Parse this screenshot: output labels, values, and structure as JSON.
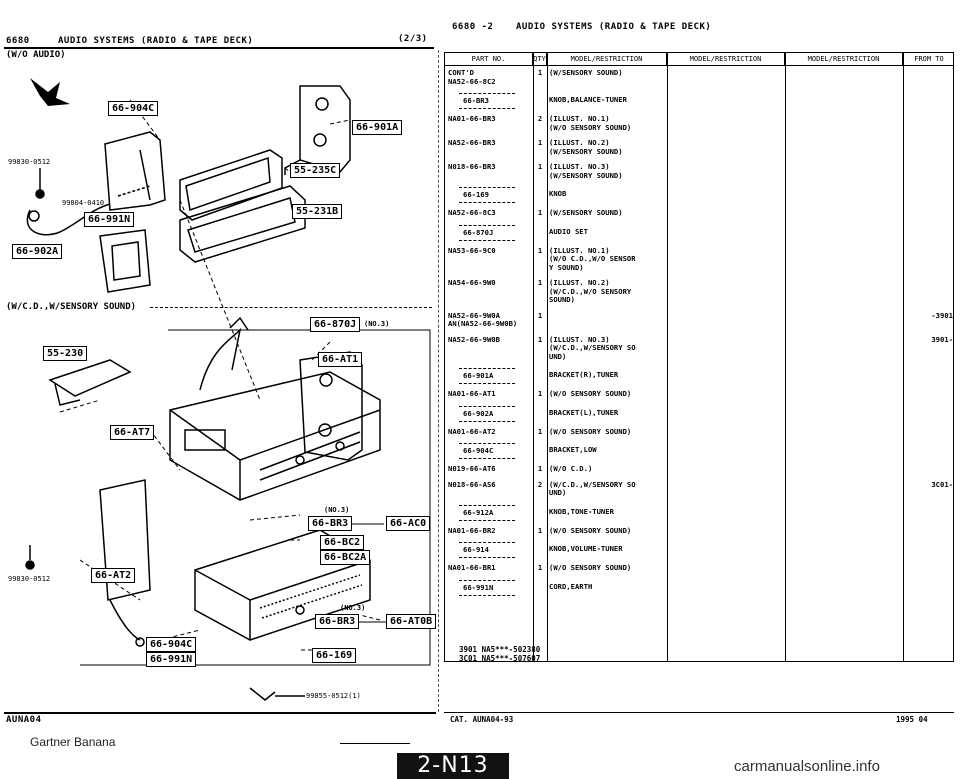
{
  "left_header": {
    "model": "6680",
    "title": "AUDIO SYSTEMS (RADIO & TAPE DECK)",
    "page": "(2/3)"
  },
  "right_header": {
    "model": "6680 -2",
    "title": "AUDIO SYSTEMS (RADIO & TAPE DECK)"
  },
  "section_top": "(W/O AUDIO)",
  "section_mid": "(W/C.D.,W/SENSORY SOUND)",
  "callouts": {
    "c1": "66-904C",
    "c2": "66-901A",
    "c3": "55-235C",
    "c4": "55-231B",
    "c5": "66-991N",
    "c6": "66-902A",
    "c7": "66-870J",
    "c8": "55-230",
    "c9": "66-AT1",
    "c10": "66-AT7",
    "c11": "66-BR3",
    "c12": "66-AC0",
    "c13": "66-BC2",
    "c14": "66-BC2A",
    "c15": "66-AT2",
    "c16": "66-904C",
    "c17": "66-991N",
    "c18": "66-BR3",
    "c19": "66-AT0B",
    "c20": "66-169"
  },
  "labels": {
    "l1": "99830-0512",
    "l2": "99804-0410",
    "l3": "(NO.3)",
    "l4": "(NO.3)",
    "l5": "(NO.3)",
    "l6": "99830-0512",
    "l7": "99855-0512(1)"
  },
  "table": {
    "headers": [
      "PART NO.",
      "QTY",
      "MODEL/RESTRICTION",
      "MODEL/RESTRICTION",
      "MODEL/RESTRICTION",
      "FROM TO"
    ],
    "rows": [
      {
        "pn": "CONT'D\nNA52-66-8C2",
        "qty": "1",
        "desc": "(W/SENSORY SOUND)",
        "from": ""
      },
      {
        "group": "66-BR3",
        "desc": "KNOB,BALANCE-TUNER"
      },
      {
        "pn": "NA01-66-BR3",
        "qty": "2",
        "desc": "(ILLUST. NO.1)\n(W/O SENSORY SOUND)",
        "from": ""
      },
      {
        "pn": "NA52-66-BR3",
        "qty": "1",
        "desc": "(ILLUST. NO.2)\n(W/SENSORY SOUND)",
        "from": ""
      },
      {
        "pn": "N018-66-BR3",
        "qty": "1",
        "desc": "(ILLUST. NO.3)\n(W/SENSORY SOUND)",
        "from": ""
      },
      {
        "group": "66-169",
        "desc": "KNOB"
      },
      {
        "pn": "NA52-66-8C3",
        "qty": "1",
        "desc": "(W/SENSORY SOUND)",
        "from": ""
      },
      {
        "group": "66-870J",
        "desc": "AUDIO SET"
      },
      {
        "pn": "NA53-66-9C0",
        "qty": "1",
        "desc": "(ILLUST. NO.1)\n(W/O C.D.,W/O SENSOR\nY SOUND)",
        "from": ""
      },
      {
        "pn": "NA54-66-9W0",
        "qty": "1",
        "desc": "(ILLUST. NO.2)\n(W/C.D.,W/O SENSORY\nSOUND)",
        "from": ""
      },
      {
        "pn": "NA52-66-9W0A\nAN(NA52-66-9W0B)",
        "qty": "1",
        "desc": "",
        "from": "-3901"
      },
      {
        "pn": "NA52-66-9W0B",
        "qty": "1",
        "desc": "(ILLUST. NO.3)\n(W/C.D.,W/SENSORY SO\nUND)",
        "from": "3901-"
      },
      {
        "group": "66-901A",
        "desc": "BRACKET(R),TUNER"
      },
      {
        "pn": "NA01-66-AT1",
        "qty": "1",
        "desc": "(W/O SENSORY SOUND)",
        "from": ""
      },
      {
        "group": "66-902A",
        "desc": "BRACKET(L),TUNER"
      },
      {
        "pn": "NA01-66-AT2",
        "qty": "1",
        "desc": "(W/O SENSORY SOUND)",
        "from": ""
      },
      {
        "group": "66-904C",
        "desc": "BRACKET,LOW"
      },
      {
        "pn": "N019-66-AT6",
        "qty": "1",
        "desc": "(W/O C.D.)",
        "from": ""
      },
      {
        "pn": "N018-66-AS6",
        "qty": "2",
        "desc": "(W/C.D.,W/SENSORY SO\nUND)",
        "from": "3C01-"
      },
      {
        "group": "66-912A",
        "desc": "KNOB,TONE-TUNER"
      },
      {
        "pn": "NA01-66-BR2",
        "qty": "1",
        "desc": "(W/O SENSORY SOUND)",
        "from": ""
      },
      {
        "group": "66-914",
        "desc": "KNOB,VOLUME-TUNER"
      },
      {
        "pn": "NA01-66-BR1",
        "qty": "1",
        "desc": "(W/O SENSORY SOUND)",
        "from": ""
      },
      {
        "group": "66-991N",
        "desc": "CORD,EARTH"
      }
    ],
    "footnote": "3901 NA5***-502380\n3C01 NA5***-507607"
  },
  "bottom": {
    "left_code": "AUNA04",
    "cat": "CAT. AUNA04-93",
    "date": "1995 04",
    "page_badge": "2-N13"
  },
  "watermarks": {
    "left": "Gartner Banana",
    "right": "carmanualsonline.info"
  }
}
